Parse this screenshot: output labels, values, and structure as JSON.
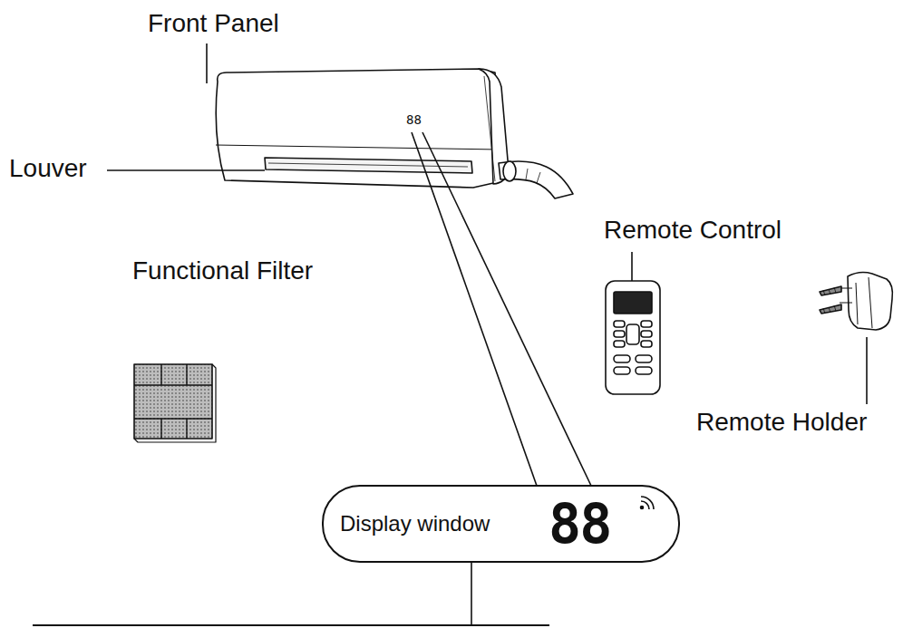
{
  "diagram": {
    "nodes": [
      {
        "text": [
          "Display window",
          "88"
        ]
      }
    ],
    "labels": [
      "Front Panel",
      "Louver",
      "Functional Filter",
      "Remote Control",
      "Remote Holder",
      "88"
    ]
  }
}
